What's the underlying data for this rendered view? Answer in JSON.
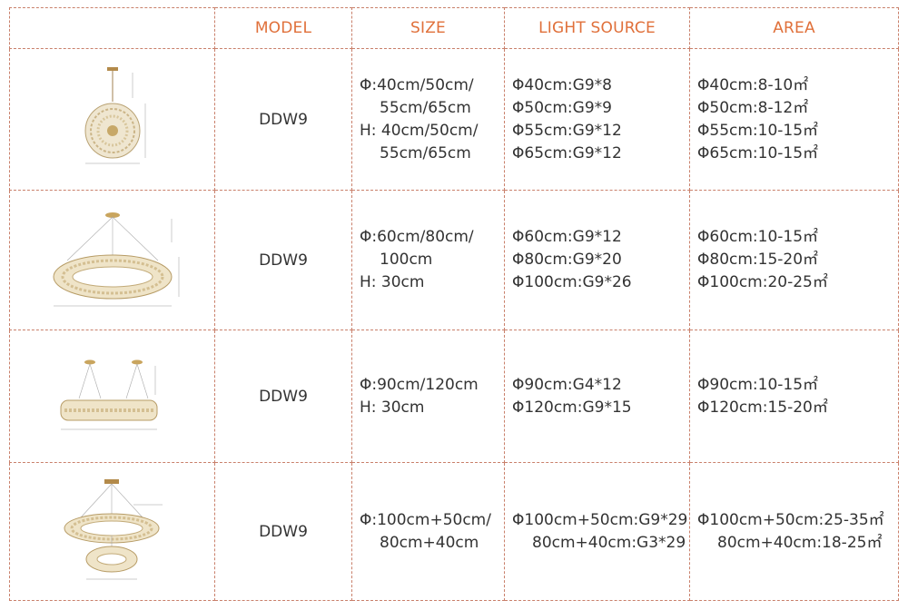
{
  "header": {
    "image": "",
    "model": "MODEL",
    "size": "SIZE",
    "light_source": "LIGHT SOURCE",
    "area": "AREA"
  },
  "rows": [
    {
      "model": "DDW9",
      "size": [
        "Φ:40cm/50cm/",
        "55cm/65cm",
        "H: 40cm/50cm/",
        "55cm/65cm"
      ],
      "light": [
        "Φ40cm:G9*8",
        "Φ50cm:G9*9",
        "Φ55cm:G9*12",
        "Φ65cm:G9*12"
      ],
      "area": [
        "Φ40cm:8-10㎡",
        "Φ50cm:8-12㎡",
        "Φ55cm:10-15㎡",
        "Φ65cm:10-15㎡"
      ]
    },
    {
      "model": "DDW9",
      "size": [
        "Φ:60cm/80cm/",
        "100cm",
        "H: 30cm"
      ],
      "light": [
        "Φ60cm:G9*12",
        "Φ80cm:G9*20",
        "Φ100cm:G9*26"
      ],
      "area": [
        "Φ60cm:10-15㎡",
        "Φ80cm:15-20㎡",
        "Φ100cm:20-25㎡"
      ]
    },
    {
      "model": "DDW9",
      "size": [
        "Φ:90cm/120cm",
        "H: 30cm"
      ],
      "light": [
        "Φ90cm:G4*12",
        "Φ120cm:G9*15"
      ],
      "area": [
        "Φ90cm:10-15㎡",
        "Φ120cm:15-20㎡"
      ]
    },
    {
      "model": "DDW9",
      "size": [
        "Φ:100cm+50cm/",
        "80cm+40cm"
      ],
      "light": [
        "Φ100cm+50cm:G9*29",
        "80cm+40cm:G3*29"
      ],
      "area": [
        "Φ100cm+50cm:25-35㎡",
        "80cm+40cm:18-25㎡"
      ]
    }
  ],
  "colors": {
    "header_text": "#e0703a",
    "border": "#c9806b",
    "body_text": "#333333"
  }
}
